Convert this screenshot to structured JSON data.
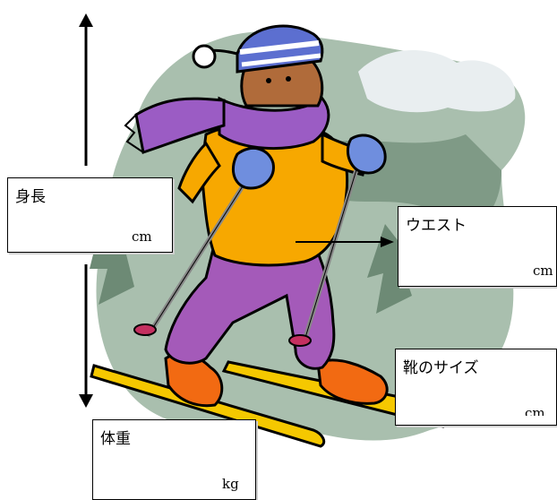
{
  "labels": {
    "height": "身長",
    "height_unit": "cm",
    "waist": "ウエスト",
    "waist_unit": "cm",
    "shoe_size": "靴のサイズ",
    "shoe_unit": "cm",
    "weight": "体重",
    "weight_unit": "kg"
  },
  "colors": {
    "jacket": "#f7a800",
    "pants": "#a45ab9",
    "scarf": "#9b5cc4",
    "gloves": "#6f8ede",
    "boots": "#f26a12",
    "skis": "#f5c800",
    "scenery": "#9fb6a3",
    "skin": "#b06b3a"
  },
  "icons": [
    "skier-illustration",
    "arrow-up-icon",
    "arrow-down-icon",
    "arrow-right-icon"
  ]
}
